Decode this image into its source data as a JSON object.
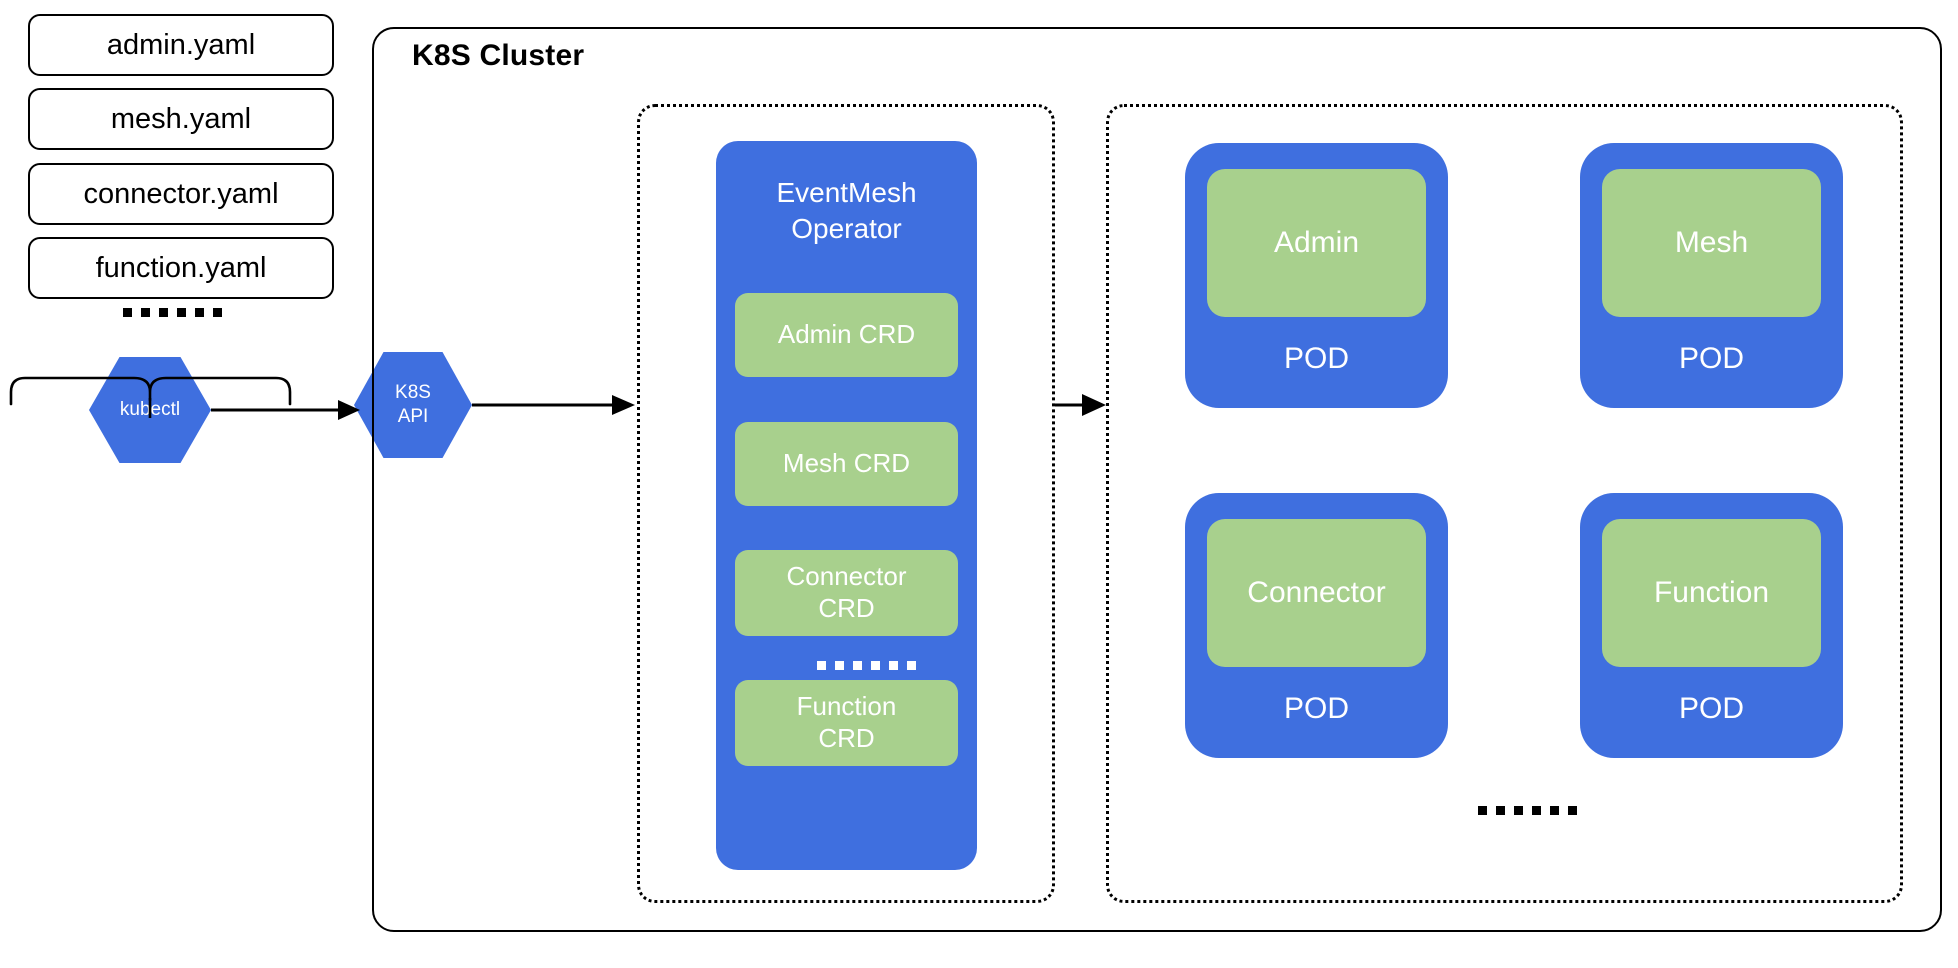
{
  "diagram": {
    "title": "EventMesh Operator on K8S architecture",
    "colors": {
      "blue": "#3f6fdf",
      "green": "#a8d08d",
      "stroke": "#000000",
      "text_on_fill": "#ffffff"
    }
  },
  "manifests": {
    "files": [
      {
        "label": "admin.yaml"
      },
      {
        "label": "mesh.yaml"
      },
      {
        "label": "connector.yaml"
      },
      {
        "label": "function.yaml"
      }
    ],
    "ellipsis": "......"
  },
  "kubectl": {
    "label": "kubectl"
  },
  "k8s_api": {
    "line1": "K8S",
    "line2": "API"
  },
  "cluster": {
    "title": "K8S Cluster"
  },
  "operator": {
    "title_line1": "EventMesh",
    "title_line2": "Operator",
    "crds": [
      {
        "line1": "Admin CRD",
        "line2": ""
      },
      {
        "line1": "Mesh CRD",
        "line2": ""
      },
      {
        "line1": "Connector",
        "line2": "CRD"
      },
      {
        "line1": "Function",
        "line2": "CRD"
      }
    ],
    "ellipsis": "......"
  },
  "pods": {
    "items": [
      {
        "name": "Admin",
        "pod_label": "POD"
      },
      {
        "name": "Mesh",
        "pod_label": "POD"
      },
      {
        "name": "Connector",
        "pod_label": "POD"
      },
      {
        "name": "Function",
        "pod_label": "POD"
      }
    ],
    "ellipsis": "......"
  }
}
